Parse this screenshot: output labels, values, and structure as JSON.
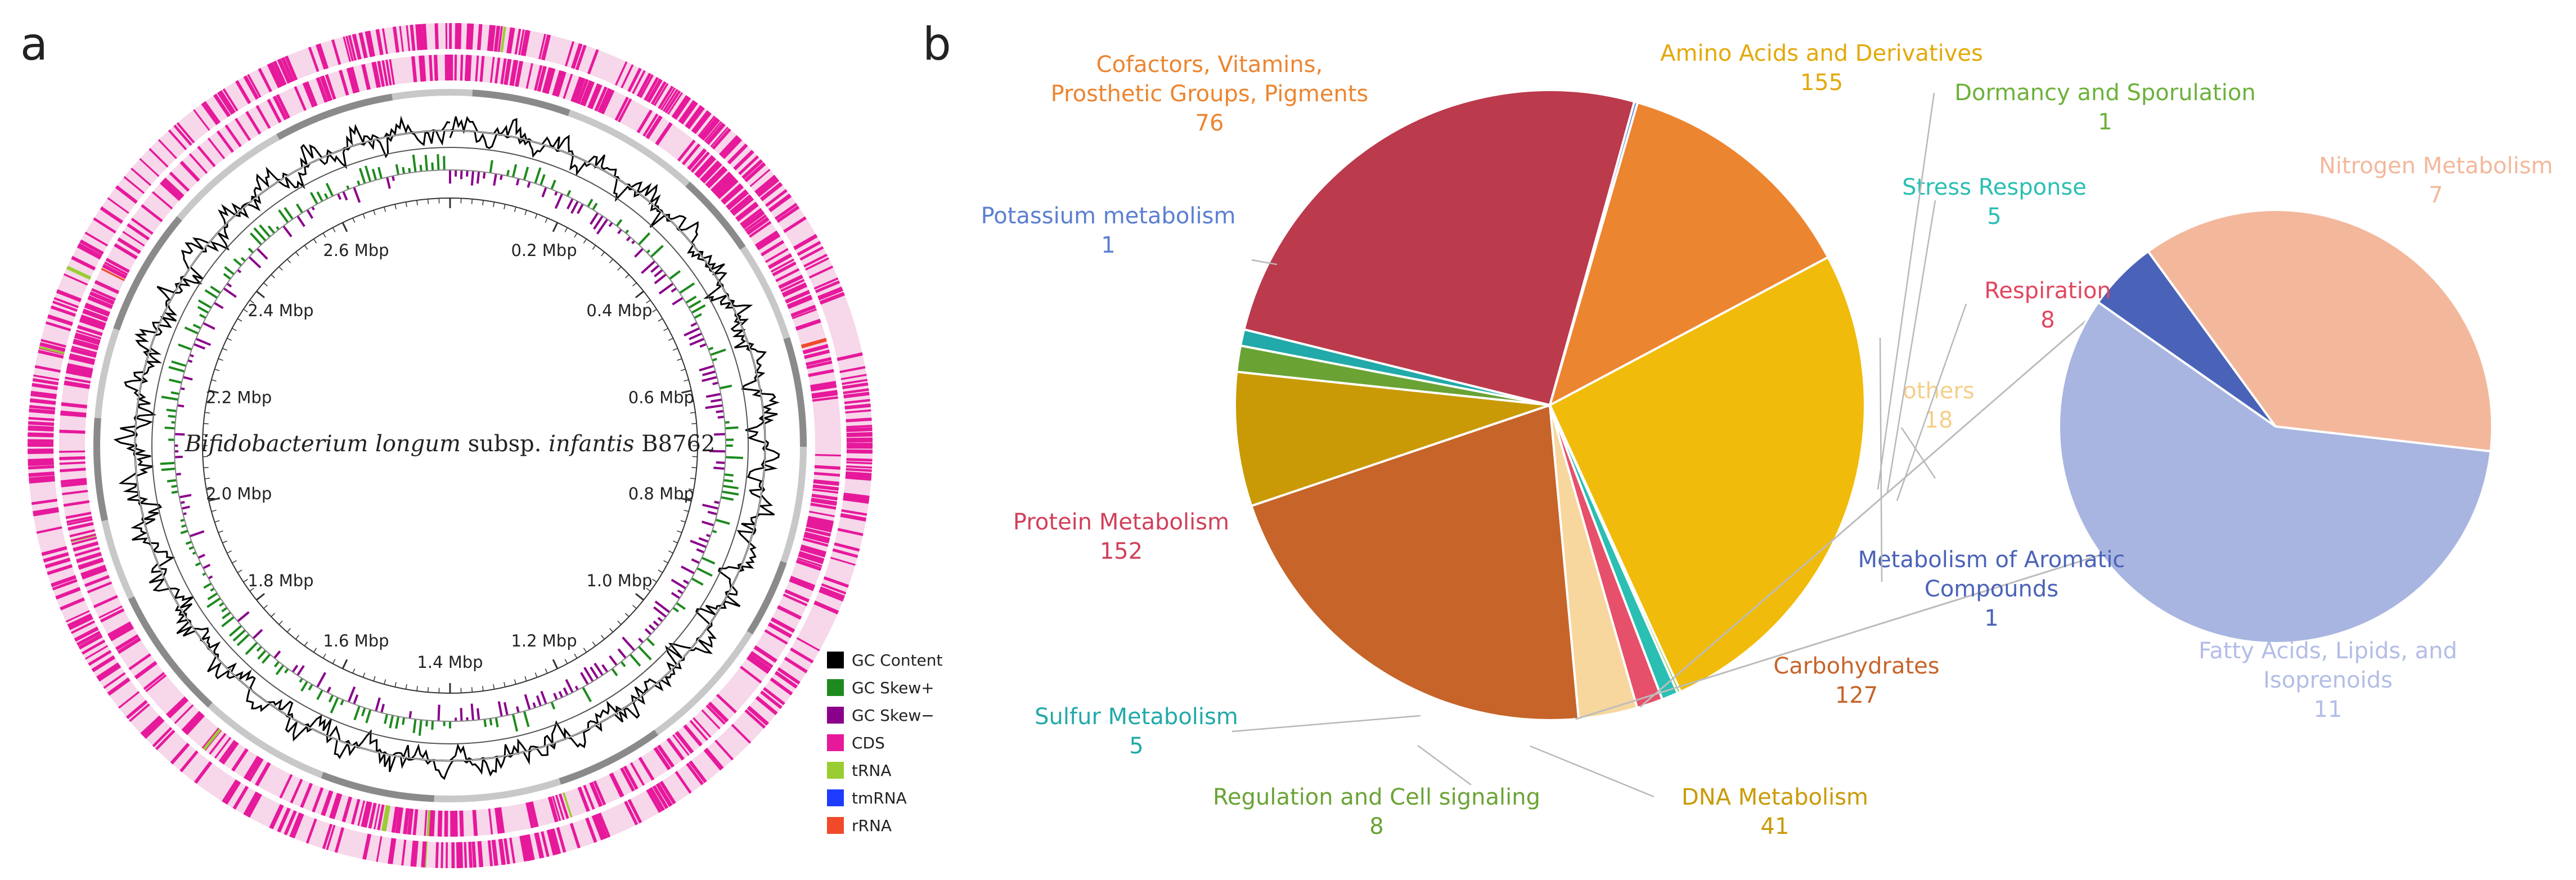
{
  "panels": {
    "a": "a",
    "b": "b"
  },
  "genome": {
    "title_italic": "Bifidobacterium longum",
    "title_roman": " subsp. ",
    "title_italic2": "infantis",
    "title_strain": " B8762",
    "tick_labels": [
      "0.2 Mbp",
      "0.4 Mbp",
      "0.6 Mbp",
      "0.8 Mbp",
      "1.0 Mbp",
      "1.2 Mbp",
      "1.4 Mbp",
      "1.6 Mbp",
      "1.8 Mbp",
      "2.0 Mbp",
      "2.2 Mbp",
      "2.4 Mbp",
      "2.6 Mbp"
    ],
    "tick_values_mbp": [
      0.2,
      0.4,
      0.6,
      0.8,
      1.0,
      1.2,
      1.4,
      1.6,
      1.8,
      2.0,
      2.2,
      2.4,
      2.6
    ],
    "genome_size_mbp": 2.8,
    "legend": [
      {
        "label": "GC Content",
        "color": "#000000"
      },
      {
        "label": "GC Skew+",
        "color": "#1e8a1e"
      },
      {
        "label": "GC Skew−",
        "color": "#8b008b"
      },
      {
        "label": "CDS",
        "color": "#e6199b"
      },
      {
        "label": "tRNA",
        "color": "#9acd32"
      },
      {
        "label": "tmRNA",
        "color": "#1e3cff"
      },
      {
        "label": "rRNA",
        "color": "#f04a2a"
      }
    ]
  },
  "chart_data": [
    {
      "type": "pie",
      "title": "",
      "categories": [
        "Amino Acids and Derivatives",
        "Dormancy and Sporulation",
        "Stress Response",
        "Respiration",
        "others",
        "Carbohydrates",
        "DNA Metabolism",
        "Regulation and Cell signaling",
        "Sulfur Metabolism",
        "Protein Metabolism",
        "Potassium metabolism",
        "Cofactors, Vitamins, Prosthetic Groups, Pigments"
      ],
      "values": [
        155,
        1,
        5,
        8,
        18,
        127,
        41,
        8,
        5,
        152,
        1,
        76
      ],
      "colors": [
        "#f0bb0a",
        "#82c341",
        "#2bbfb3",
        "#e6506a",
        "#f7d79e",
        "#c6642a",
        "#c99a05",
        "#6aa334",
        "#22a9a9",
        "#bb3a4c",
        "#5b7fd1",
        "#ec8530"
      ],
      "labels": [
        {
          "name": "Amino Acids and Derivatives",
          "value": "155",
          "color": "#e3a90a"
        },
        {
          "name": "Dormancy and Sporulation",
          "value": "1",
          "color": "#6cb13b"
        },
        {
          "name": "Stress Response",
          "value": "5",
          "color": "#2bbfb3"
        },
        {
          "name": "Respiration",
          "value": "8",
          "color": "#e2465f"
        },
        {
          "name": "others",
          "value": "18",
          "color": "#f5cf8a"
        },
        {
          "name": "Carbohydrates",
          "value": "127",
          "color": "#c6642a"
        },
        {
          "name": "DNA Metabolism",
          "value": "41",
          "color": "#c99a05"
        },
        {
          "name": "Regulation and Cell signaling",
          "value": "8",
          "color": "#6aa334"
        },
        {
          "name": "Sulfur Metabolism",
          "value": "5",
          "color": "#22a9a9"
        },
        {
          "name": "Protein Metabolism",
          "value": "152",
          "color": "#d0405a"
        },
        {
          "name": "Potassium metabolism",
          "value": "1",
          "color": "#5b7fd1"
        },
        {
          "name": "Cofactors, Vitamins,\nProsthetic Groups, Pigments",
          "value": "76",
          "color": "#ec8530"
        }
      ]
    },
    {
      "type": "pie",
      "title": "",
      "categories": [
        "Metabolism of Aromatic Compounds",
        "Nitrogen Metabolism",
        "Fatty Acids, Lipids, and Isoprenoids"
      ],
      "values": [
        1,
        7,
        11
      ],
      "colors": [
        "#4a63b8",
        "#f3b89c",
        "#a8b5e0"
      ],
      "labels": [
        {
          "name": "Metabolism of Aromatic\nCompounds",
          "value": "1",
          "color": "#4a63b8"
        },
        {
          "name": "Nitrogen Metabolism",
          "value": "7",
          "color": "#f3b89c"
        },
        {
          "name": "Fatty Acids, Lipids, and\nIsoprenoids",
          "value": "11",
          "color": "#b3bde6"
        }
      ]
    }
  ]
}
